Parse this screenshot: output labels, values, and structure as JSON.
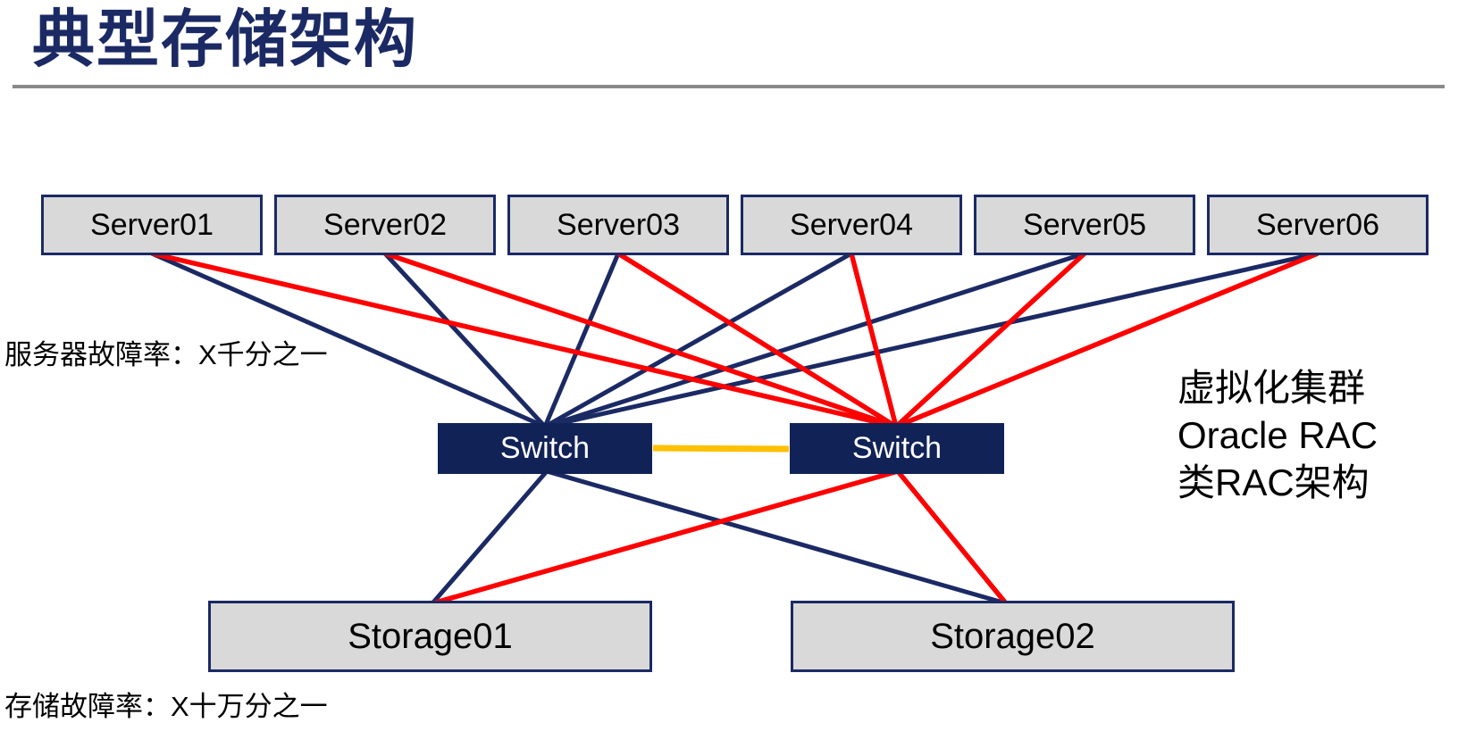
{
  "title": "典型存储架构",
  "annotations": {
    "server_failure_rate": "服务器故障率：X千分之一",
    "storage_failure_rate": "存储故障率：X十万分之一",
    "right_note_lines": [
      "虚拟化集群",
      "Oracle RAC",
      "类RAC架构"
    ]
  },
  "colors": {
    "navy": "#1B2A64",
    "switch_fill": "#112257",
    "red": "#FF0000",
    "gold": "#FFC000",
    "box_fill": "#D9D9D9",
    "divider": "#8A8A8A",
    "text": "#000000",
    "switch_text": "#FFFFFF"
  },
  "diagram": {
    "servers": [
      {
        "id": "server01",
        "label": "Server01"
      },
      {
        "id": "server02",
        "label": "Server02"
      },
      {
        "id": "server03",
        "label": "Server03"
      },
      {
        "id": "server04",
        "label": "Server04"
      },
      {
        "id": "server05",
        "label": "Server05"
      },
      {
        "id": "server06",
        "label": "Server06"
      }
    ],
    "switches": [
      {
        "id": "switch01",
        "label": "Switch"
      },
      {
        "id": "switch02",
        "label": "Switch"
      }
    ],
    "storages": [
      {
        "id": "storage01",
        "label": "Storage01"
      },
      {
        "id": "storage02",
        "label": "Storage02"
      }
    ],
    "edges": [
      {
        "from": "server01.bottom",
        "to": "switch01.top",
        "color": "navy"
      },
      {
        "from": "server02.bottom",
        "to": "switch01.top",
        "color": "navy"
      },
      {
        "from": "server03.bottom",
        "to": "switch01.top",
        "color": "navy"
      },
      {
        "from": "server04.bottom",
        "to": "switch01.top",
        "color": "navy"
      },
      {
        "from": "server05.bottom",
        "to": "switch01.top",
        "color": "navy"
      },
      {
        "from": "server06.bottom",
        "to": "switch01.top",
        "color": "navy"
      },
      {
        "from": "server01.bottom",
        "to": "switch02.top",
        "color": "red"
      },
      {
        "from": "server02.bottom",
        "to": "switch02.top",
        "color": "red"
      },
      {
        "from": "server03.bottom",
        "to": "switch02.top",
        "color": "red"
      },
      {
        "from": "server04.bottom",
        "to": "switch02.top",
        "color": "red"
      },
      {
        "from": "server05.bottom",
        "to": "switch02.top",
        "color": "red"
      },
      {
        "from": "server06.bottom",
        "to": "switch02.top",
        "color": "red"
      },
      {
        "from": "switch01.bottom",
        "to": "storage01.top",
        "color": "navy"
      },
      {
        "from": "switch01.bottom",
        "to": "storage02.top",
        "color": "navy"
      },
      {
        "from": "switch02.bottom",
        "to": "storage01.top",
        "color": "red"
      },
      {
        "from": "switch02.bottom",
        "to": "storage02.top",
        "color": "red"
      },
      {
        "from": "switch01.right",
        "to": "switch02.left",
        "color": "gold"
      }
    ]
  }
}
